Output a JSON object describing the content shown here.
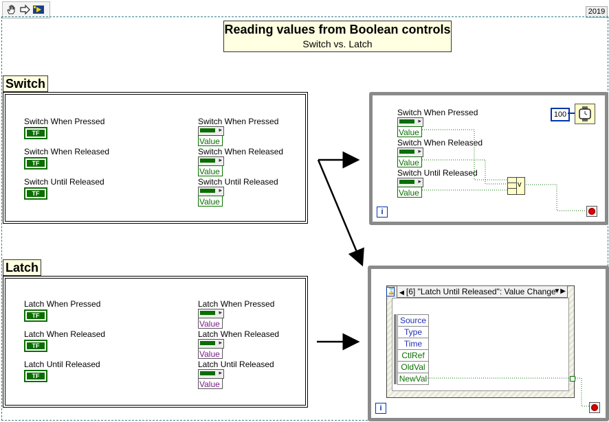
{
  "version": "2019",
  "title": {
    "main": "Reading values from Boolean controls",
    "sub": "Switch vs. Latch"
  },
  "switch_section": {
    "label": "Switch",
    "controls": [
      "Switch When Pressed",
      "Switch When Released",
      "Switch Until Released"
    ],
    "property_nodes": [
      "Switch When Pressed",
      "Switch When Released",
      "Switch Until Released"
    ],
    "tf_text": "TF",
    "value_label": "Value"
  },
  "latch_section": {
    "label": "Latch",
    "controls": [
      "Latch When Pressed",
      "Latch When Released",
      "Latch Until Released"
    ],
    "property_nodes": [
      "Latch When Pressed",
      "Latch When Released",
      "Latch Until Released"
    ],
    "tf_text": "TF",
    "value_label": "Value"
  },
  "while_loop_1": {
    "property_nodes": [
      "Switch When Pressed",
      "Switch When Released",
      "Switch Until Released"
    ],
    "value_label": "Value",
    "wait_ms": "100",
    "or_label": "v",
    "iteration": "i"
  },
  "while_loop_2": {
    "event_case": "[6] \"Latch Until Released\": Value Change",
    "event_data": [
      "Source",
      "Type",
      "Time",
      "CtlRef",
      "OldVal",
      "NewVal"
    ],
    "iteration": "i"
  },
  "colors": {
    "boolean_green": "#0a6e00",
    "loop_gray": "#8a8a8a",
    "comment_bg": "#ffffe1",
    "border_teal": "#2f7f86"
  }
}
